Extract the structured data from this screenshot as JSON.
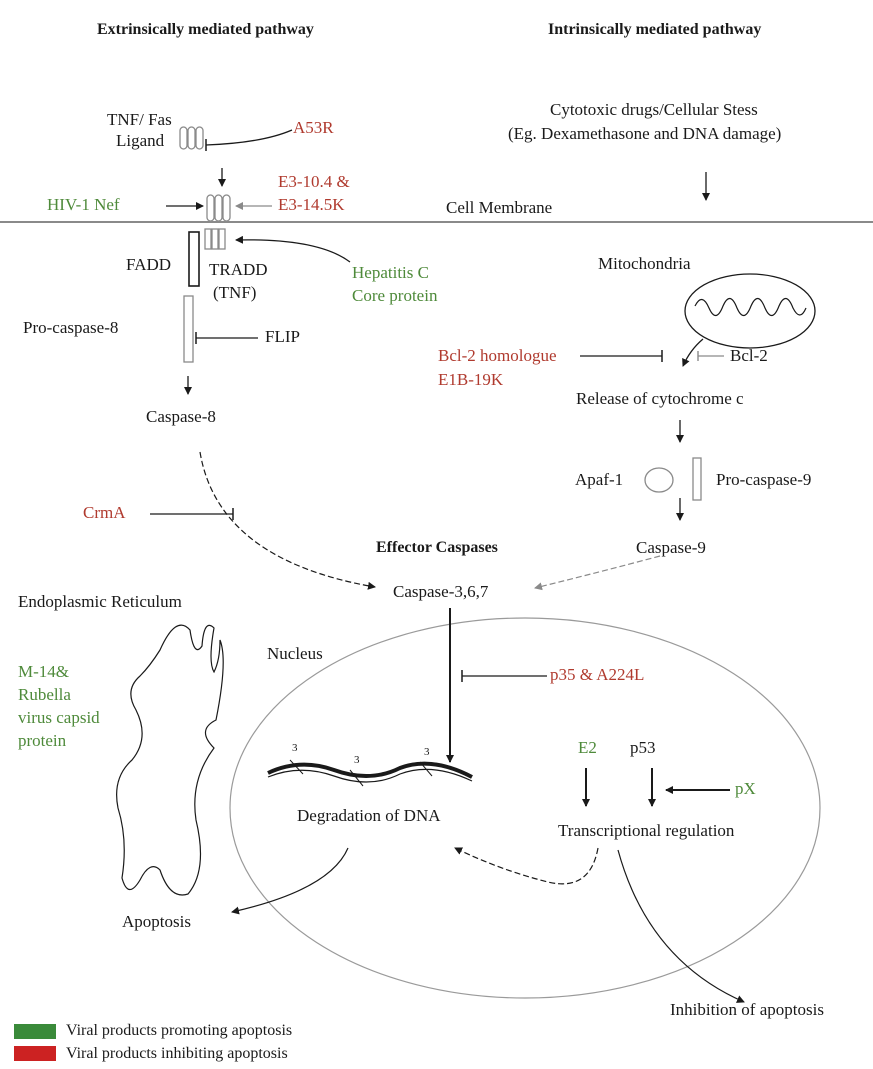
{
  "headers": {
    "extrinsic": "Extrinsically mediated pathway",
    "intrinsic": "Intrinsically mediated pathway"
  },
  "labels": {
    "tnf_fas_line1": "TNF/ Fas",
    "tnf_fas_line2": "Ligand",
    "a53r": "A53R",
    "e3_line1": "E3-10.4 &",
    "e3_line2": "E3-14.5K",
    "hiv_nef": "HIV-1 Nef",
    "cell_membrane": "Cell Membrane",
    "cytotoxic_line1": "Cytotoxic drugs/Cellular Stess",
    "cytotoxic_line2": "(Eg. Dexamethasone and DNA damage)",
    "fadd": "FADD",
    "tradd_line1": "TRADD",
    "tradd_line2": "(TNF)",
    "hepc_line1": "Hepatitis C",
    "hepc_line2": "Core protein",
    "mitochondria": "Mitochondria",
    "pro_caspase8": "Pro-caspase-8",
    "flip": "FLIP",
    "bcl2_homologue": "Bcl-2 homologue",
    "e1b_19k": "E1B-19K",
    "bcl2": "Bcl-2",
    "release_cytc": "Release of cytochrome c",
    "caspase8": "Caspase-8",
    "apaf1": "Apaf-1",
    "pro_caspase9": "Pro-caspase-9",
    "crma": "CrmA",
    "effector_caspases": "Effector Caspases",
    "caspase9": "Caspase-9",
    "caspase367": "Caspase-3,6,7",
    "er": "Endoplasmic Reticulum",
    "nucleus": "Nucleus",
    "p35": "p35 & A224L",
    "m14_line1": "M-14&",
    "m14_line2": "Rubella",
    "m14_line3": "virus capsid",
    "m14_line4": "protein",
    "e2": "E2",
    "p53": "p53",
    "px": "pX",
    "degradation": "Degradation of DNA",
    "transcription": "Transcriptional regulation",
    "apoptosis": "Apoptosis",
    "inhibition": "Inhibition of apoptosis",
    "cut_mark": "3"
  },
  "legend": {
    "promoting": "Viral products promoting apoptosis",
    "inhibiting": "Viral products inhibiting apoptosis"
  },
  "colors": {
    "promoting": "#3a8a3a",
    "inhibiting": "#cc2222",
    "line": "#1a1a1a",
    "grey_line": "#8a8a8a"
  }
}
